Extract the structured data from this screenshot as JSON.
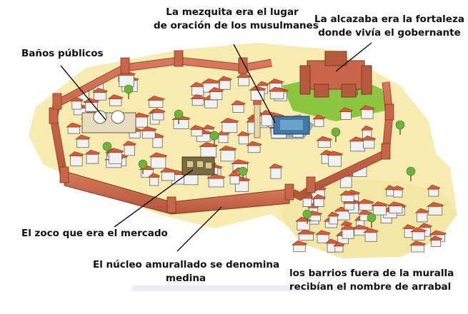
{
  "labels": {
    "mezquita": {
      "line1": "La mezquita era el lugar",
      "line2": "de oración de los musulmanes"
    },
    "alcazaba": {
      "line1": "La alcazaba era la fortaleza",
      "line2": "donde vivía el gobernante"
    },
    "banos": {
      "line1": "Baños públicos"
    },
    "zoco": {
      "line1": "El zoco que era el mercado"
    },
    "medina": {
      "line1": "El núcleo amurallado se denomina",
      "line2": "medina"
    },
    "arrabal": {
      "line1": "los barrios fuera de la muralla",
      "line2": "recibían el nombre de arrabal"
    }
  },
  "colors": {
    "ground": "#f7ecaf",
    "wall": "#c9664a",
    "wall_dark": "#9e4a33",
    "roof": "#d85b35",
    "house": "#f2f2f2",
    "garden": "#8cc63f",
    "pointer": "#111111"
  }
}
